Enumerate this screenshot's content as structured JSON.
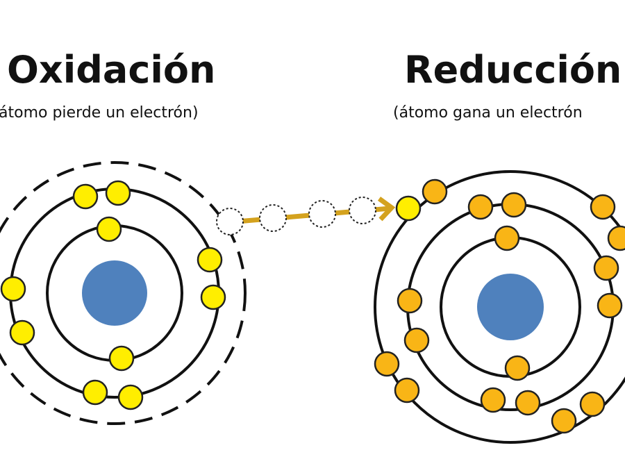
{
  "oxidation": {
    "title": "Oxidación",
    "subtitle": "átomo pierde un electrón)"
  },
  "reduction": {
    "title": "Reducción",
    "subtitle": "(átomo gana un electrón"
  },
  "colors": {
    "nucleus": "#4f81bd",
    "electron_oxidation": "#ffee00",
    "electron_reduction": "#f9b516",
    "arrow": "#d4a21e",
    "orbit": "#111111"
  }
}
